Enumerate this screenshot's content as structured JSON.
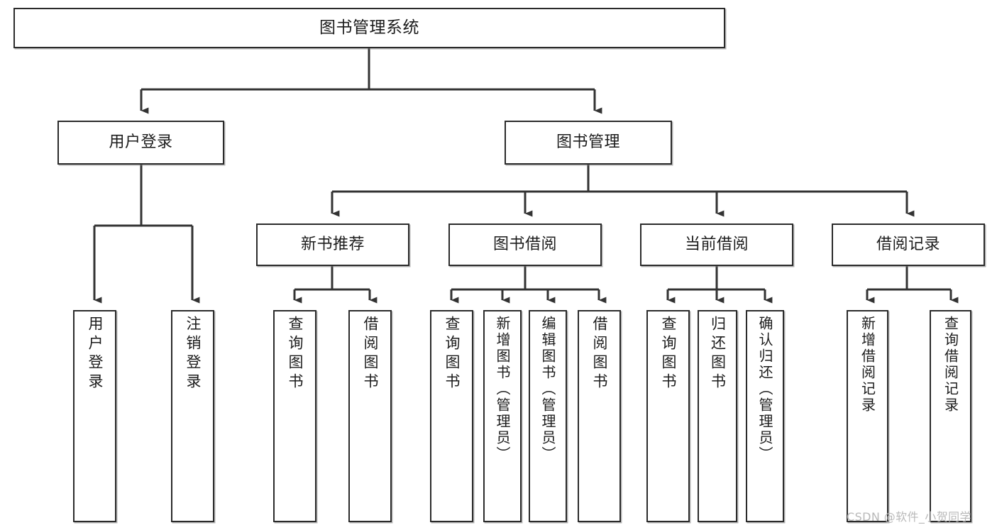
{
  "diagram": {
    "title": "图书管理系统",
    "type": "功能结构图",
    "watermark": "CSDN @软件_小贺同学",
    "colors": {
      "box_border": "#2b2b2b",
      "box_fill": "#ffffff",
      "connector": "#333333",
      "text": "#1c1c1c",
      "watermark": "#b9b9b9"
    }
  },
  "root": {
    "label": "图书管理系统"
  },
  "level2": [
    {
      "label": "用户登录"
    },
    {
      "label": "图书管理"
    }
  ],
  "level3": [
    {
      "label": "新书推荐"
    },
    {
      "label": "图书借阅"
    },
    {
      "label": "当前借阅"
    },
    {
      "label": "借阅记录"
    }
  ],
  "leaves": {
    "user_login": [
      {
        "label": "用户登录"
      },
      {
        "label": "注销登录"
      }
    ],
    "new_book_recommend": [
      {
        "label": "查询图书"
      },
      {
        "label": "借阅图书"
      }
    ],
    "book_borrow": [
      {
        "label": "查询图书"
      },
      {
        "label": "新增图书（管理员）"
      },
      {
        "label": "编辑图书（管理员）"
      },
      {
        "label": "借阅图书"
      }
    ],
    "current_borrow": [
      {
        "label": "查询图书"
      },
      {
        "label": "归还图书"
      },
      {
        "label": "确认归还（管理员）"
      }
    ],
    "borrow_record": [
      {
        "label": "新增借阅记录"
      },
      {
        "label": "查询借阅记录"
      }
    ]
  }
}
